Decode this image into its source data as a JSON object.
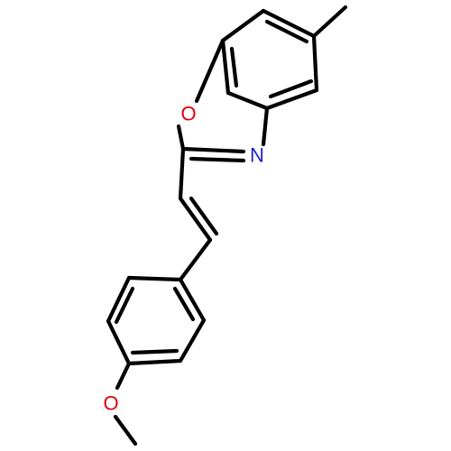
{
  "molecule": {
    "atoms": [
      {
        "id": "O_ring",
        "label": "O",
        "color": "#e0000b"
      },
      {
        "id": "N_ring",
        "label": "N",
        "color": "#2020d0"
      },
      {
        "id": "O_methoxy",
        "label": "O",
        "color": "#e0000b"
      }
    ],
    "bond_color": "#000000"
  }
}
